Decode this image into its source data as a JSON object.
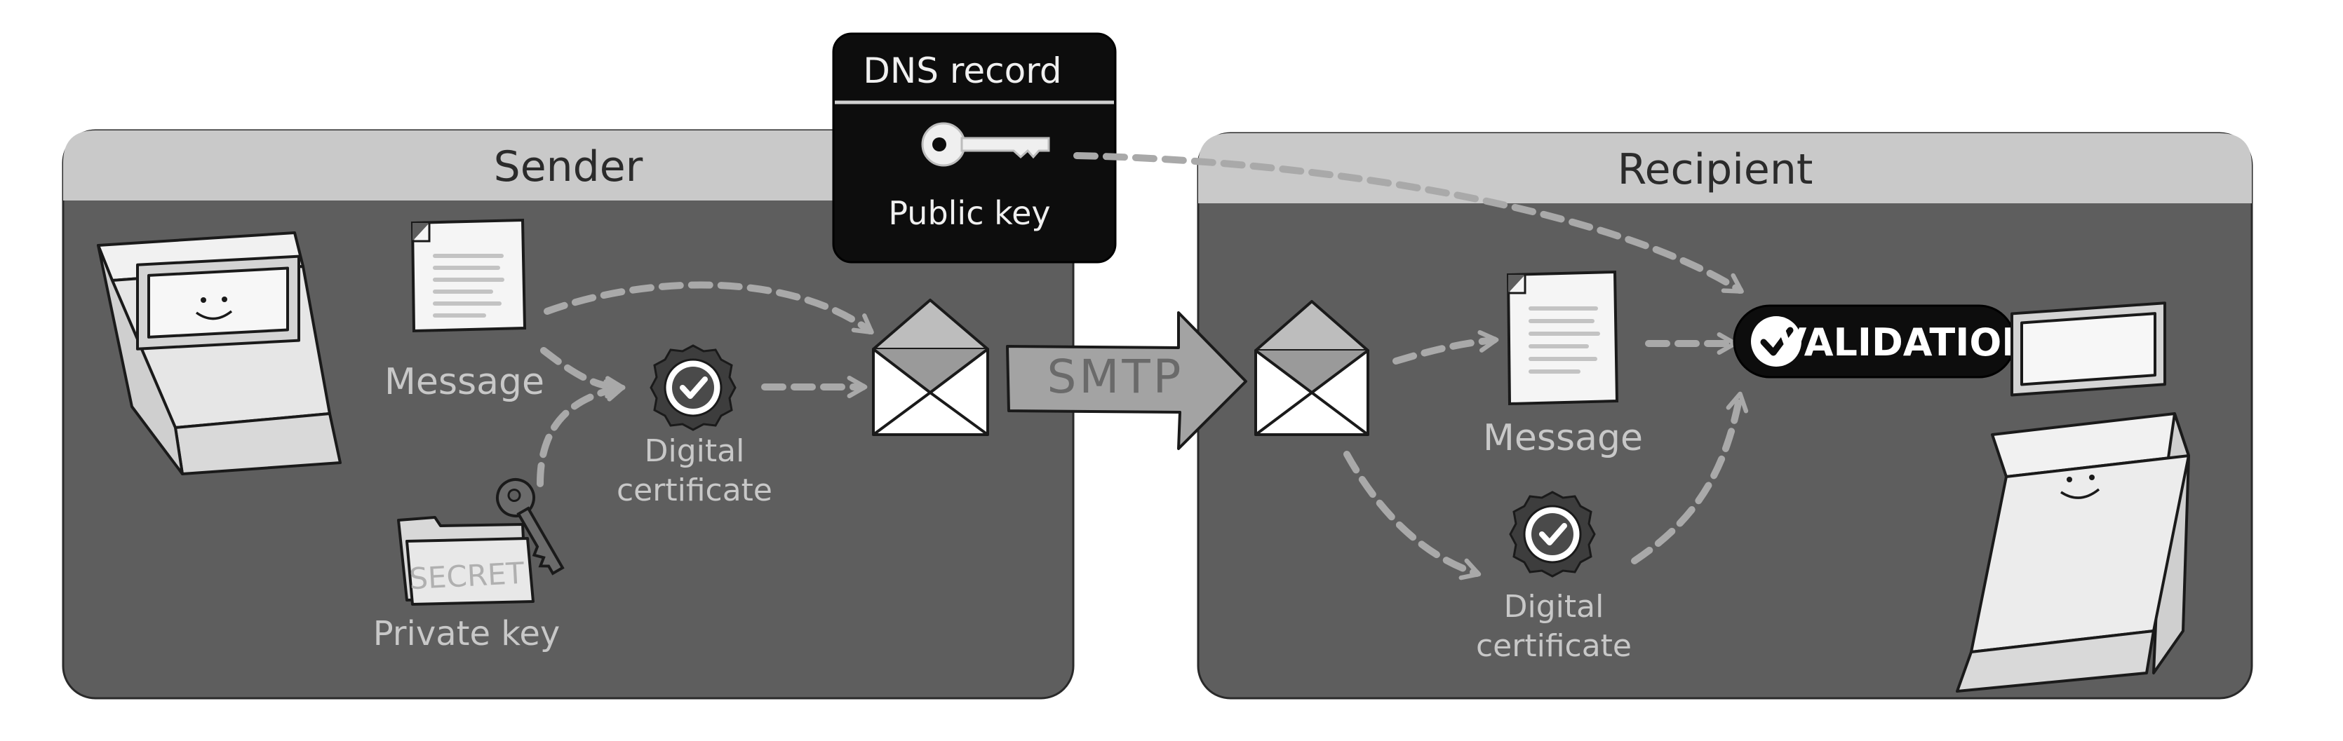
{
  "sender": {
    "title": "Sender",
    "message_label": "Message",
    "certificate_label_line1": "Digital",
    "certificate_label_line2": "certificate",
    "private_key_label": "Private key",
    "folder_stamp": "SECRET"
  },
  "dns": {
    "title": "DNS record",
    "public_key_label": "Public key"
  },
  "transport": {
    "label": "SMTP"
  },
  "recipient": {
    "title": "Recipient",
    "message_label": "Message",
    "certificate_label_line1": "Digital",
    "certificate_label_line2": "certificate",
    "validation_label": "VALIDATION"
  },
  "colors": {
    "panel_body": "#5e5e5e",
    "panel_header": "#c9c9c9",
    "dns_box": "#0d0d0d",
    "arrow": "#a9a9a9",
    "label_light": "#c8c8c8"
  },
  "icons": [
    "computer-icon",
    "document-icon",
    "certificate-icon",
    "envelope-icon",
    "key-icon",
    "folder-icon",
    "check-icon"
  ]
}
